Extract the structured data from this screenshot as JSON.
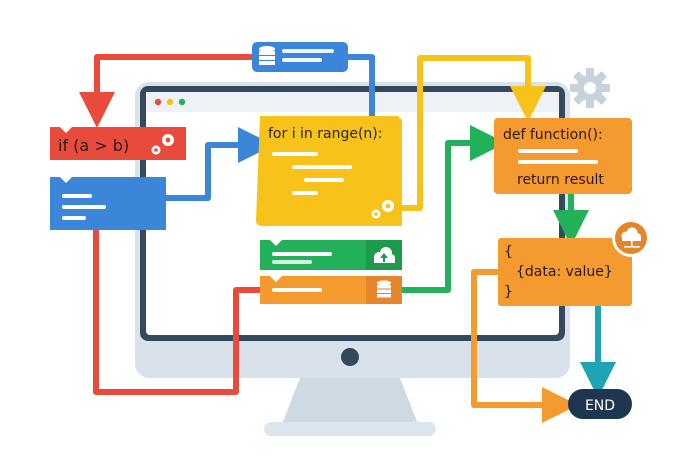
{
  "colors": {
    "red": "#e84b3c",
    "blue": "#3b86d8",
    "yellow": "#f7c31a",
    "green": "#23b05a",
    "orange": "#f59a2f",
    "teal": "#1fa4b6",
    "navy": "#1e3650",
    "monitor_frame": "#d9e2ea",
    "monitor_border": "#34495e",
    "gear_gray": "#c8d2dc"
  },
  "blocks": {
    "condition": {
      "label": "if (a > b)",
      "icon": "gears-icon"
    },
    "loop": {
      "label": "for i in range(n):",
      "icon": "gears-icon"
    },
    "function": {
      "signature": "def function():",
      "return_label": "return result"
    },
    "data": {
      "open_brace": "{",
      "pair": "{data: value}",
      "close_brace": "}",
      "icon": "cloud-network-icon"
    },
    "end": {
      "label": "END"
    },
    "database_top": {
      "icon": "database-icon"
    },
    "green_bar": {
      "icon": "cloud-upload-icon"
    },
    "orange_bar": {
      "icon": "database-icon"
    }
  }
}
